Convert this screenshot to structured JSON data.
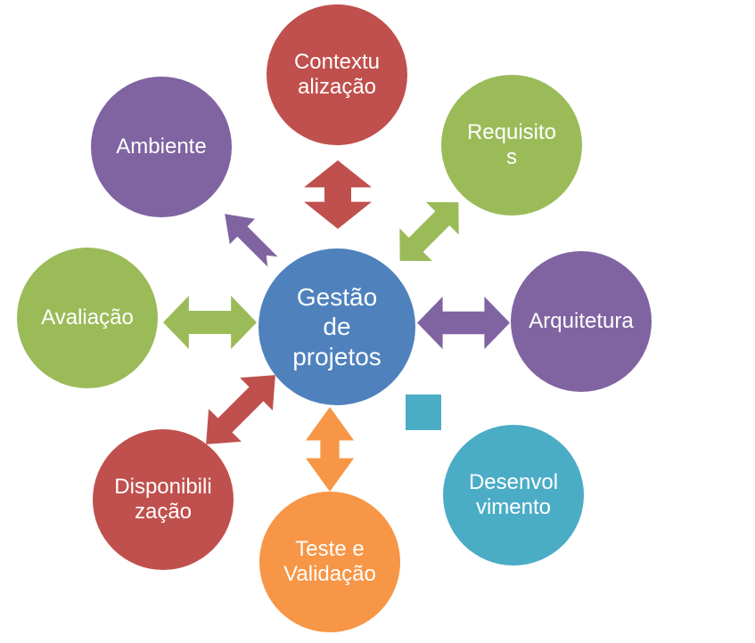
{
  "diagram": {
    "title": "Gestão de projetos diagram",
    "background_color": "#ffffff",
    "text_color": "#ffffff",
    "hub": {
      "id": "gestao-de-projetos",
      "label": "Gestão\nde\nprojetos",
      "color": "#4F81BD"
    },
    "nodes": [
      {
        "id": "contextualizacao",
        "label": "Contextu\nalização",
        "color": "#C0504D",
        "position": "top"
      },
      {
        "id": "requisitos",
        "label": "Requisito\ns",
        "color": "#9BBB59",
        "position": "top-right"
      },
      {
        "id": "arquitetura",
        "label": "Arquitetura",
        "color": "#8064A2",
        "position": "right"
      },
      {
        "id": "desenvolvimento",
        "label": "Desenvol\nvimento",
        "color": "#4BACC6",
        "position": "bottom-right"
      },
      {
        "id": "teste-validacao",
        "label": "Teste e\nValidação",
        "color": "#F79646",
        "position": "bottom"
      },
      {
        "id": "disponibilizacao",
        "label": "Disponibili\nzação",
        "color": "#C0504D",
        "position": "bottom-left"
      },
      {
        "id": "avaliacao",
        "label": "Avaliação",
        "color": "#9BBB59",
        "position": "left"
      },
      {
        "id": "ambiente",
        "label": "Ambiente",
        "color": "#8064A2",
        "position": "top-left"
      }
    ],
    "connectors": [
      {
        "id": "hub-contextualizacao",
        "type": "double-arrow-vertical",
        "color": "#C0504D"
      },
      {
        "id": "hub-requisitos",
        "type": "double-arrow-diagonal",
        "color": "#9BBB59"
      },
      {
        "id": "hub-arquitetura",
        "type": "double-arrow-horizontal",
        "color": "#8064A2"
      },
      {
        "id": "hub-desenvolvimento",
        "type": "square",
        "color": "#4BACC6"
      },
      {
        "id": "hub-teste-validacao",
        "type": "double-arrow-vertical",
        "color": "#F79646"
      },
      {
        "id": "hub-disponibilizacao",
        "type": "double-arrow-diagonal",
        "color": "#C0504D"
      },
      {
        "id": "hub-avaliacao",
        "type": "double-arrow-horizontal",
        "color": "#9BBB59"
      },
      {
        "id": "hub-ambiente",
        "type": "single-arrow-notched",
        "color": "#8064A2"
      }
    ]
  }
}
